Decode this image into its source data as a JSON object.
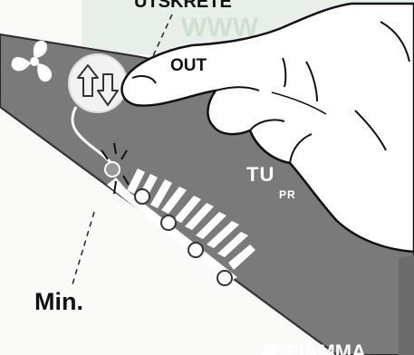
{
  "callouts": {
    "top_label": "UTSKRETE",
    "out_label": "OUT",
    "min_label": "Min."
  },
  "panel": {
    "model_text_partial": "TU",
    "model_subtext_partial": "PR",
    "brand_text_partial": "FIAMMA",
    "background_watermark_partial": "WWW"
  },
  "icons": [
    "fan-icon",
    "airflow-direction-button-icon",
    "speed-indicator-led",
    "hand-pressing-button"
  ],
  "speed_indicator": {
    "leds_total": 5,
    "active_led_index": 0
  },
  "colors": {
    "panel": "#7a7a7a",
    "panel_dark": "#5e5e5e",
    "button_fill": "#f2f2f2",
    "led_off": "#ffffff",
    "led_on": "#999999",
    "hand_fill": "#ffffff",
    "outline": "#111111",
    "watermark": "#c9dccd"
  }
}
